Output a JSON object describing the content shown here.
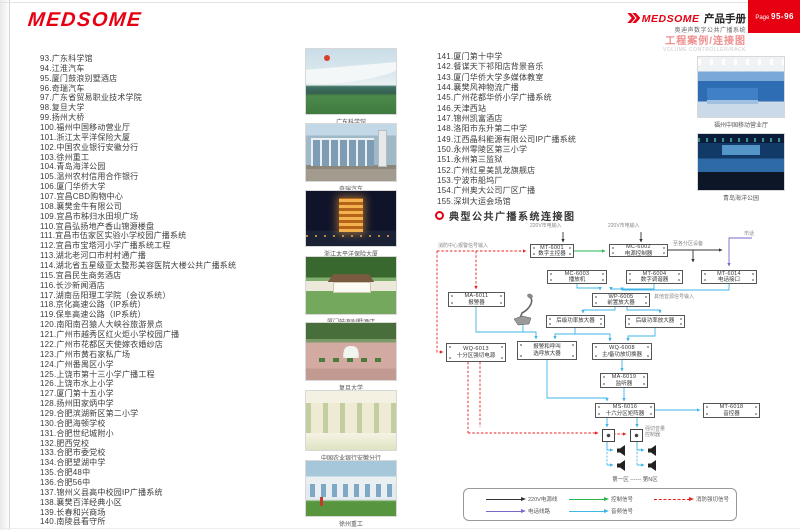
{
  "header": {
    "logo": "MEDSOME",
    "brand": "MEDSOME",
    "brand_suffix": "产品手册",
    "subtitle": "奥迪声数字公共广播系统",
    "section": "工程案例/连接图",
    "section_en": "VOLUME CONTROLLER/RACK",
    "page_label": "Page",
    "page_number": "95-96"
  },
  "case_list": {
    "left": [
      "93.广东科学馆",
      "94.江淮汽车",
      "95.厦门鼓浪别墅酒店",
      "96.奇瑞汽车",
      "97.广东省贸易职业技术学院",
      "98.复旦大学",
      "99.扬州大桥",
      "100.福州中国移动营业厅",
      "101.浙江太平洋保险大厦",
      "102.中国农业银行安徽分行",
      "103.徐州重工",
      "104.青岛海洋公园",
      "105.温州农村信用合作银行",
      "106.厦门华侨大学",
      "107.宜昌CBD购物中心",
      "108.襄樊金牛有限公司",
      "109.宜昌市秭归水田坝广场",
      "110.宜昌弘扬地产香山锦源楼盘",
      "111.宜昌市伍家区实验小学校园广播系统",
      "112.宜昌市宝塔河小学广播系统工程",
      "113.湖北老河口市村村通广播",
      "114.湖北省五星级亚太整形美容医院大楼公共广播系统",
      "115.宜昌民生商务酒店",
      "116.长沙新闻酒店",
      "117.湖南岳阳理工学院（会议系统）",
      "118.京化高速公路（IP系统）",
      "119.保阜高速公路（IP系统）",
      "120.南阳南召猿人大峡谷旅游景点",
      "121.广州市越秀区红火炬小学校园广播",
      "122.广州市花都区天使嫁衣婚纱店",
      "123.广州市黄石家私广场",
      "124.广州番禺区小学",
      "125.上饶市第十三小学广播工程",
      "126.上饶市水上小学",
      "127.厦门第十五小学",
      "128.扬州田家炳中学",
      "129.合肥滨湖新区第二小学",
      "130.合肥海顿学校",
      "131.合肥世纪城附小",
      "132.肥西党校",
      "133.合肥市委党校",
      "134.合肥望湖中学",
      "135.合肥48中",
      "136.合肥56中",
      "137.锦州义县高中校园IP广播系统",
      "138.襄樊百洋经典小区",
      "139.长春和兴商场",
      "140.南陵县看守所"
    ],
    "right": [
      "141.厦门第十中学",
      "142.餐谋天下祁阳店背景音乐",
      "143.厦门华侨大学多媒体教室",
      "144.襄樊风神物流广播",
      "145.广州花都华侨小学广播系统",
      "146.天津西站",
      "147.锦州凯富酒店",
      "148.洛阳市东升第二中学",
      "149.江西晶科能源有限公司IP广播系统",
      "150.永州零陵区第三小学",
      "151.永州第三监狱",
      "152.广州红星美凯龙旗舰店",
      "153.宁波市船坞厂",
      "154.广州奥大公司厂区广播",
      "155.深圳大运会场馆"
    ]
  },
  "photos": {
    "middle": [
      "广东科学馆",
      "奇瑞汽车",
      "浙江太平洋保险大厦",
      "厦门鼓浪别墅酒店",
      "复旦大学",
      "中国农业银行安徽分行",
      "徐州重工"
    ],
    "right": [
      "福州中国移动营业厅",
      "青岛海洋公园"
    ]
  },
  "diagram": {
    "title": "典型公共广播系统连接图",
    "labels": {
      "fire_input": "消防中心报警信号输入",
      "power_in_1": "220V市电输入",
      "power_in_2": "220V市电输入",
      "to_zones": "至各分区设备",
      "phone_line": "市话",
      "other_source": "其他音源信号输入",
      "vol_ctrl_1": "强切音量",
      "vol_ctrl_2": "控制器",
      "zones": "第一区 ------ 第N区"
    },
    "boxes": {
      "mt6001": {
        "model": "MT-6001",
        "name": "数字主控器"
      },
      "mc6002": {
        "model": "MC-6002",
        "name": "电源控制器"
      },
      "mc6003": {
        "model": "MC-6003",
        "name": "播放机"
      },
      "mt6004": {
        "model": "MT-6004",
        "name": "数字调谐器"
      },
      "mt6014": {
        "model": "MT-6014",
        "name": "电话接口"
      },
      "wp6005": {
        "model": "WP-6005",
        "name": "前置放大器"
      },
      "ma6011": {
        "model": "MA-6011",
        "name": "报警器"
      },
      "amp_left": {
        "model": "",
        "name": "后级功率放大器"
      },
      "amp_right": {
        "model": "",
        "name": "后级功率放大器"
      },
      "selector": {
        "model": "报警和呼叫",
        "name": "选呼放大器"
      },
      "wq6013": {
        "model": "WQ-6013",
        "name": "十分区强切电源"
      },
      "wq6008": {
        "model": "WQ-6008",
        "name": "主/备功放切换器"
      },
      "ma6019": {
        "model": "MA-6019",
        "name": "监听器"
      },
      "ms6016": {
        "model": "MS-6016",
        "name": "十六分区矩阵器"
      },
      "mt6018": {
        "model": "MT-6018",
        "name": "音控器"
      }
    },
    "legend": [
      {
        "label": "220V电源线"
      },
      {
        "label": "控制信号"
      },
      {
        "label": "消防强切信号"
      },
      {
        "label": "电话线路"
      },
      {
        "label": "音频信号"
      }
    ]
  },
  "colors": {
    "brand_red": "#e60012",
    "audio_cyan": "#3fb6e8",
    "control_green": "#2ab54a",
    "phone_purple": "#7b68cc",
    "fire_red": "#e82020"
  }
}
